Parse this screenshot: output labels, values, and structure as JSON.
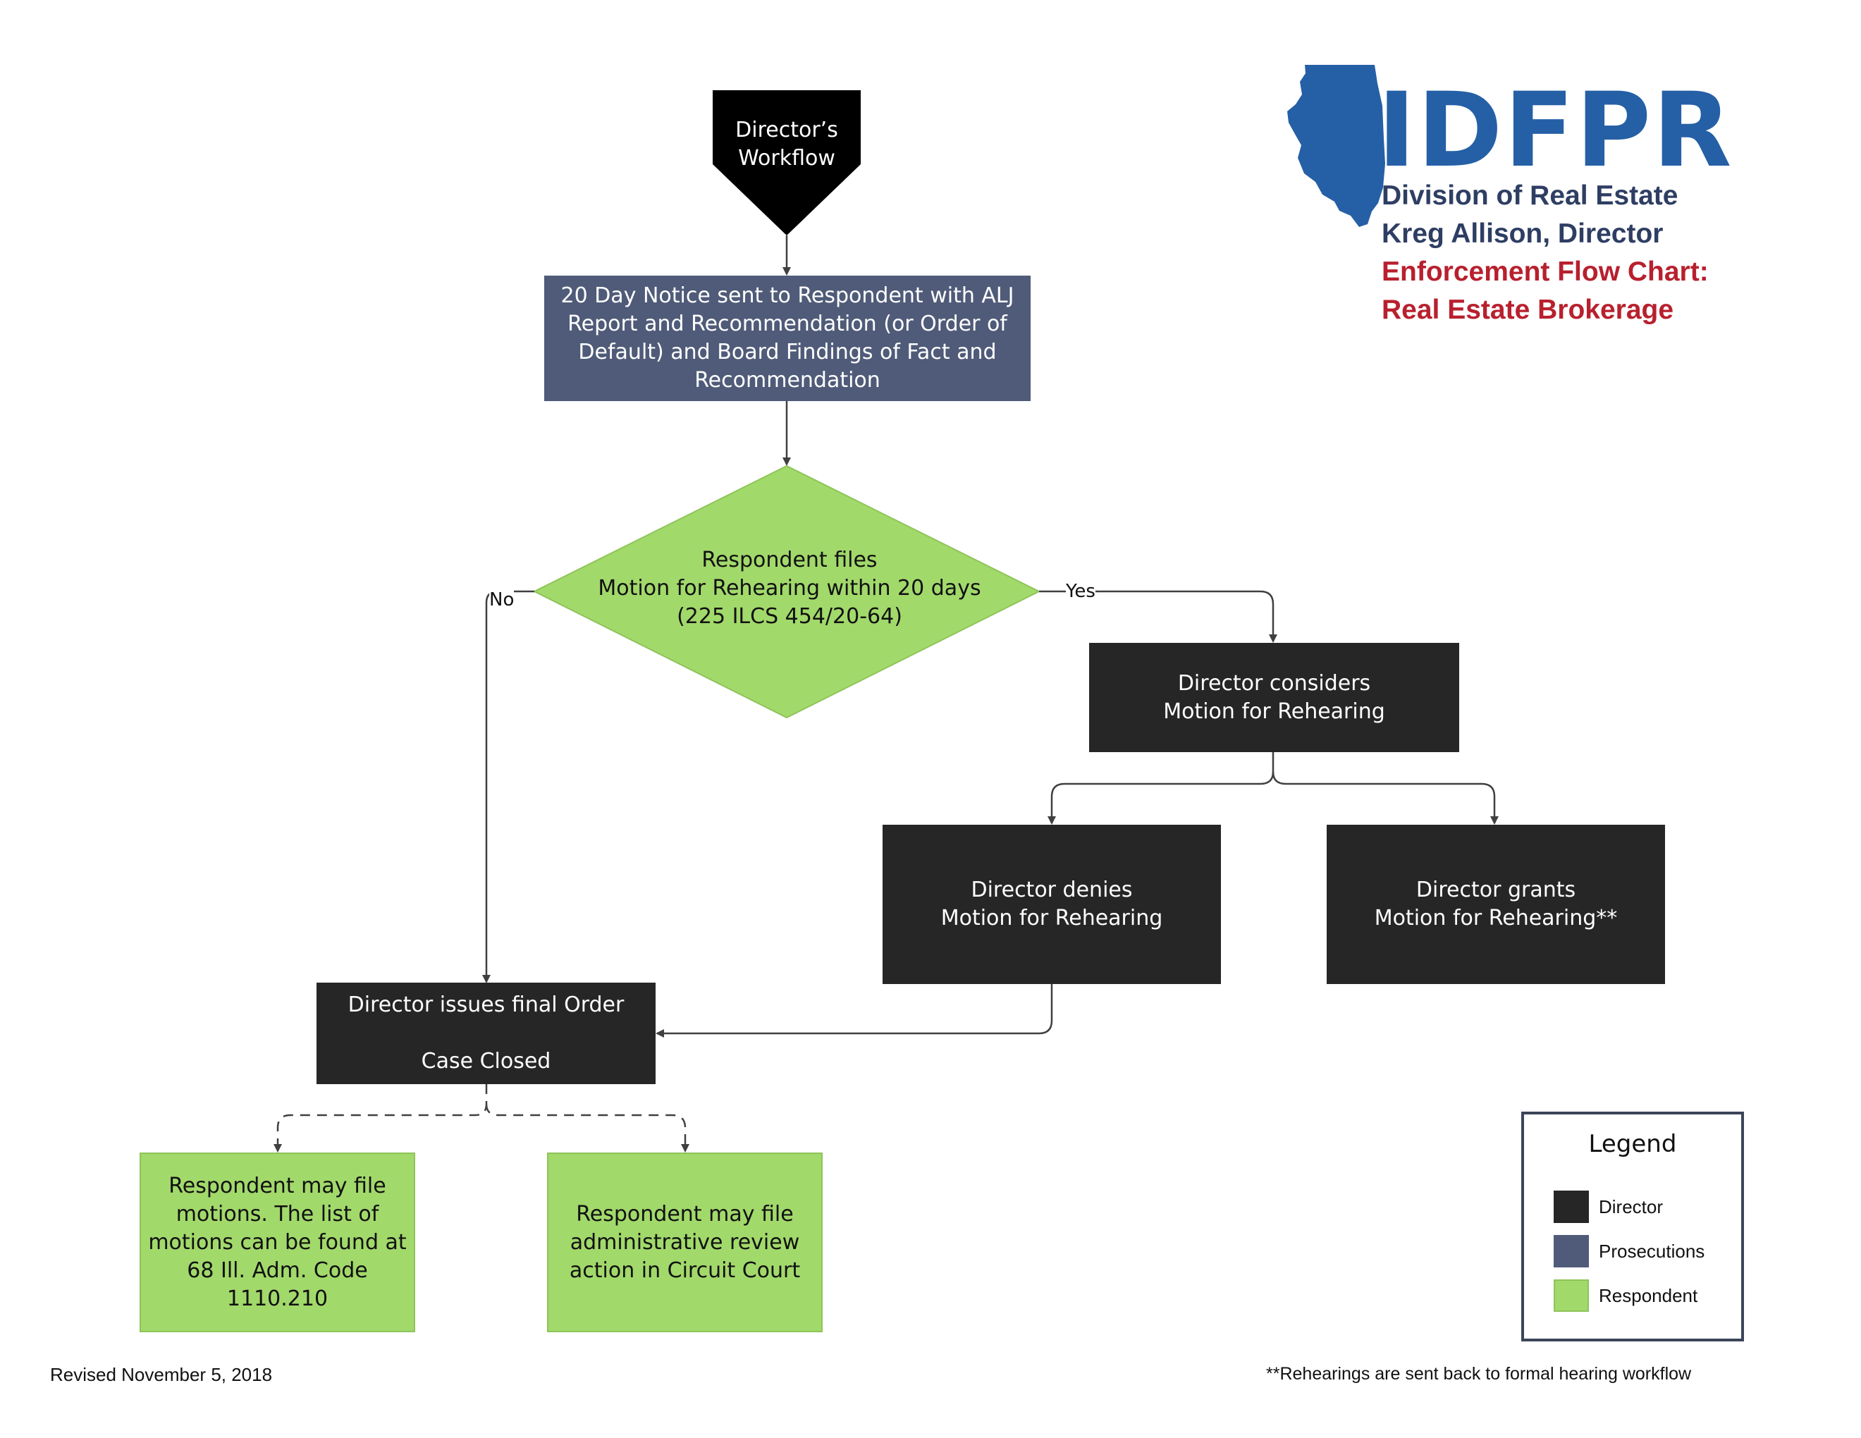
{
  "header": {
    "logo_text": "IDFPR",
    "line1": "Division of Real Estate",
    "line2": "Kreg Allison, Director",
    "line3": "Enforcement Flow Chart:",
    "line4": "Real Estate Brokerage",
    "colors": {
      "navy": "#2e3e63",
      "red": "#b8202e",
      "logo_blue": "#2560a6"
    }
  },
  "nodes": {
    "start": {
      "lines": [
        "Director’s",
        "Workflow"
      ]
    },
    "notice": {
      "lines": [
        "20 Day Notice sent to Respondent with ALJ",
        "Report and Recommendation (or Order of",
        "Default) and Board Findings of Fact and",
        "Recommendation"
      ]
    },
    "decision": {
      "lines": [
        "Respondent files",
        "Motion for Rehearing within 20 days",
        "(225 ILCS 454/20-64)"
      ]
    },
    "considers": {
      "lines": [
        "Director considers",
        "Motion for Rehearing"
      ]
    },
    "denies": {
      "lines": [
        "Director denies",
        "Motion for Rehearing"
      ]
    },
    "grants": {
      "lines": [
        "Director grants",
        "Motion for Rehearing**"
      ]
    },
    "final_order": {
      "lines": [
        "Director issues final Order",
        "",
        "Case Closed"
      ]
    },
    "motions": {
      "lines": [
        "Respondent may file",
        "motions. The list of",
        "motions can be found at",
        "68 Ill. Adm. Code",
        "1110.210"
      ]
    },
    "review": {
      "lines": [
        "Respondent may file",
        "administrative review",
        "action in Circuit Court"
      ]
    }
  },
  "edge_labels": {
    "no": "No",
    "yes": "Yes"
  },
  "legend": {
    "title": "Legend",
    "items": [
      {
        "label": "Director",
        "color": "#262626"
      },
      {
        "label": "Prosecutions",
        "color": "#4f5b78"
      },
      {
        "label": "Respondent",
        "color": "#a2d96b"
      }
    ]
  },
  "footer": {
    "revised": "Revised November 5, 2018",
    "note": "**Rehearings are sent back to formal hearing workflow"
  },
  "colors": {
    "director": "#262626",
    "prosecutions": "#4f5b78",
    "respondent": "#a2d96b"
  }
}
